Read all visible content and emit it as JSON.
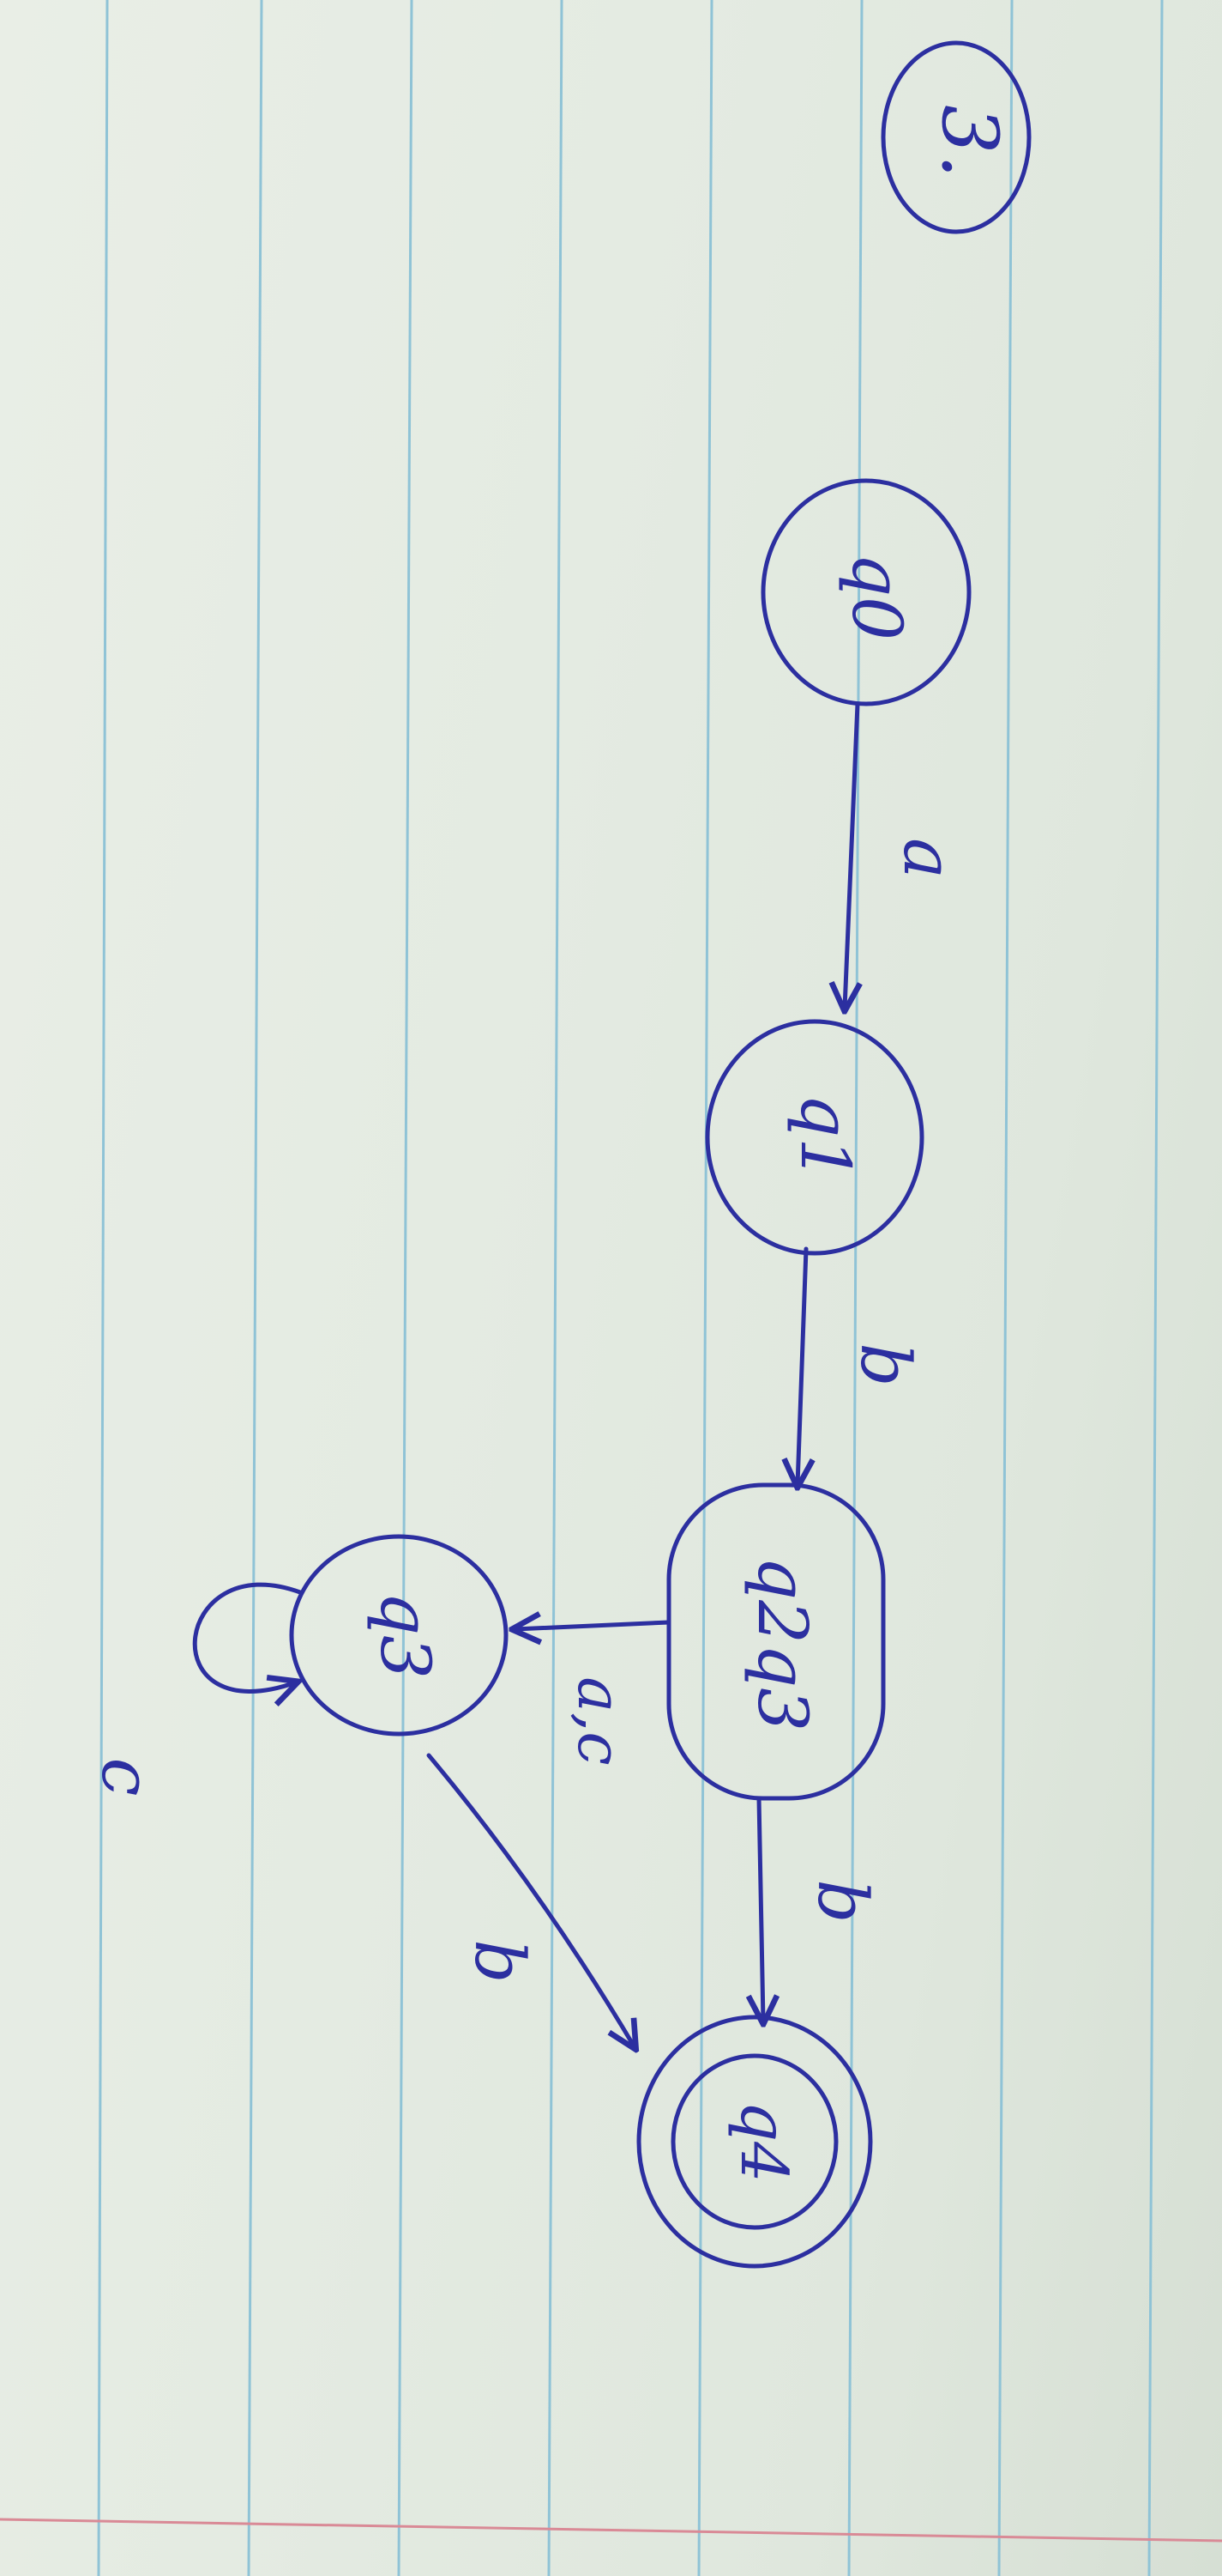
{
  "page": {
    "problem_number": "3."
  },
  "automaton": {
    "states": [
      {
        "id": "q0",
        "label": "q0",
        "accepting": false
      },
      {
        "id": "q1",
        "label": "q1",
        "accepting": false
      },
      {
        "id": "q2q3",
        "label": "q2q3",
        "accepting": false
      },
      {
        "id": "q3",
        "label": "q3",
        "accepting": false
      },
      {
        "id": "q4",
        "label": "q4",
        "accepting": true
      }
    ],
    "transitions": [
      {
        "from": "q0",
        "to": "q1",
        "label": "a"
      },
      {
        "from": "q1",
        "to": "q2q3",
        "label": "b"
      },
      {
        "from": "q2q3",
        "to": "q3",
        "label": "a,c"
      },
      {
        "from": "q2q3",
        "to": "q4",
        "label": "b"
      },
      {
        "from": "q3",
        "to": "q4",
        "label": "b"
      },
      {
        "from": "q3",
        "to": "q3",
        "label": "c"
      }
    ]
  },
  "colors": {
    "ink": "#2c2fa0",
    "paper": "#e6ece3",
    "ruled_line": "#8fc3d6",
    "margin_line": "#d98a96"
  }
}
